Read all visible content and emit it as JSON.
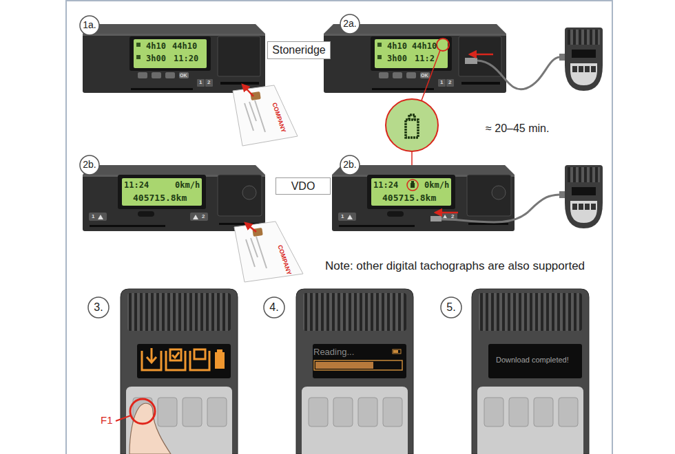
{
  "diagram": {
    "nodes": [
      {
        "text": [
          "1a."
        ]
      },
      {
        "text": [
          "Stoneridge"
        ]
      },
      {
        "text": [
          "2a."
        ]
      },
      {
        "text": [
          "2b."
        ]
      },
      {
        "text": [
          "VDO"
        ]
      },
      {
        "text": [
          "2b."
        ]
      },
      {
        "text": [
          "3."
        ]
      },
      {
        "text": [
          "4."
        ]
      },
      {
        "text": [
          "5."
        ]
      }
    ],
    "labels": [
      "4h10",
      "44h10",
      "3h00",
      "11:20",
      "OK",
      "1",
      "2",
      "COMPANY",
      "4h10",
      "44h10",
      "3h00",
      "11:2",
      "OK",
      "1",
      "2",
      "≈ 20–45 min.",
      "11:24",
      "0km/h",
      "405715.8km",
      "1",
      "2",
      "COMPANY",
      "11:24",
      "0km/h",
      "405715.8km",
      "1",
      "2",
      "Note: other digital tachographs are also supported",
      "F1",
      "Reading...",
      "Download completed!"
    ]
  }
}
